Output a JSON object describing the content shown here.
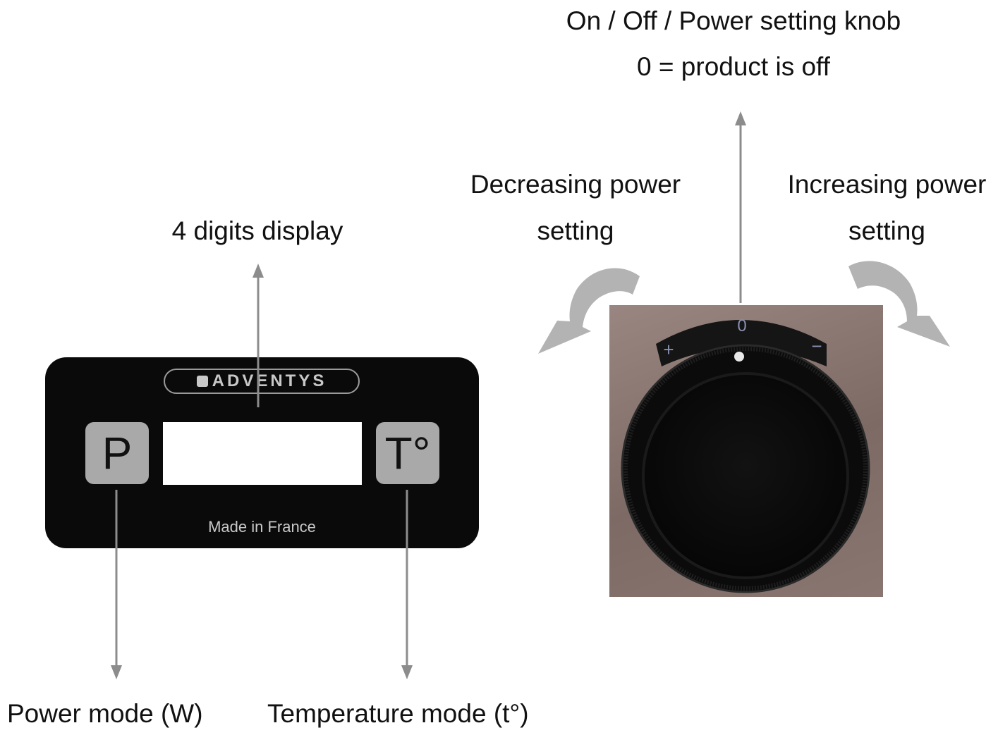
{
  "labels": {
    "knob_title_line1": "On / Off / Power setting knob",
    "knob_title_line2": "0 = product is off",
    "decreasing_line1": "Decreasing power",
    "decreasing_line2": "setting",
    "increasing_line1": "Increasing power",
    "increasing_line2": "setting",
    "display": "4 digits display",
    "power_mode": "Power mode (W)",
    "temperature_mode": "Temperature mode (t°)"
  },
  "panel": {
    "brand": "ADVENTYS",
    "key_power": "P",
    "key_temperature": "T°",
    "made_in": "Made in France"
  },
  "knob": {
    "zero_mark": "0",
    "plus_mark": "+",
    "minus_mark": "−"
  },
  "colors": {
    "arrow": "#8c8c8c",
    "rotation_arrow": "#b3b3b3",
    "panel_bg": "#0a0a0a",
    "key_bg": "#a9a9a9",
    "knob": "#0d0d0d"
  }
}
